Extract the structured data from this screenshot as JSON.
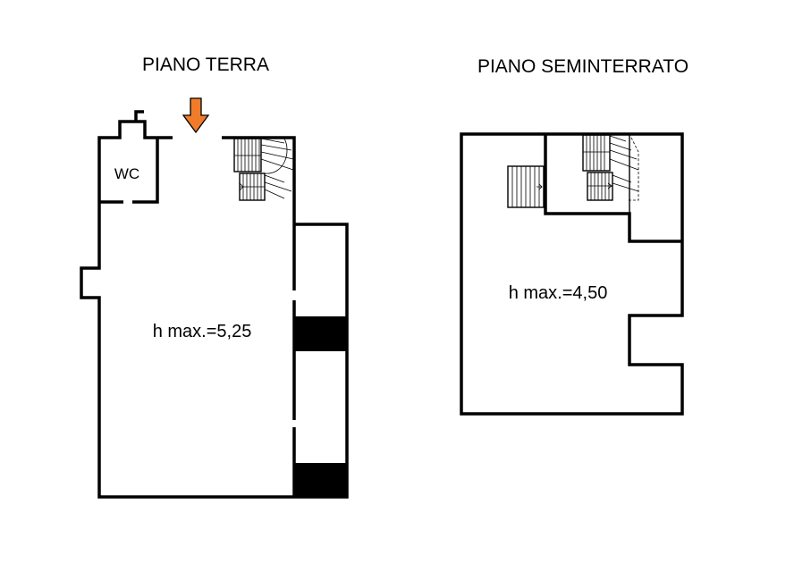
{
  "ground_floor": {
    "title": "PIANO TERRA",
    "height_label": "h max.=5,25",
    "wc_label": "WC",
    "entrance_marker_color": "#f07c2a",
    "entrance_marker_icon": "down-arrow-icon"
  },
  "basement_floor": {
    "title": "PIANO SEMINTERRATO",
    "height_label": "h max.=4,50"
  }
}
